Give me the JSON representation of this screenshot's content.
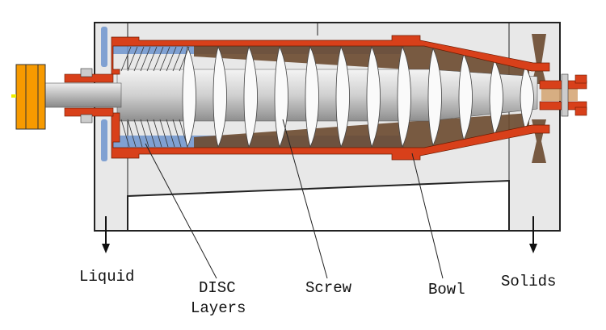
{
  "labels": {
    "liquid": "Liquid",
    "disc_line1": "DISC",
    "disc_line2": "Layers",
    "screw": "Screw",
    "bowl": "Bowl",
    "solids": "Solids"
  },
  "colors": {
    "bowl": "#d8401a",
    "motor": "#f79a00",
    "solids": "#6b4a2f",
    "liquid": "#6f95cf",
    "frame": "#e8e8e8",
    "screw": "#c9c9c9"
  }
}
